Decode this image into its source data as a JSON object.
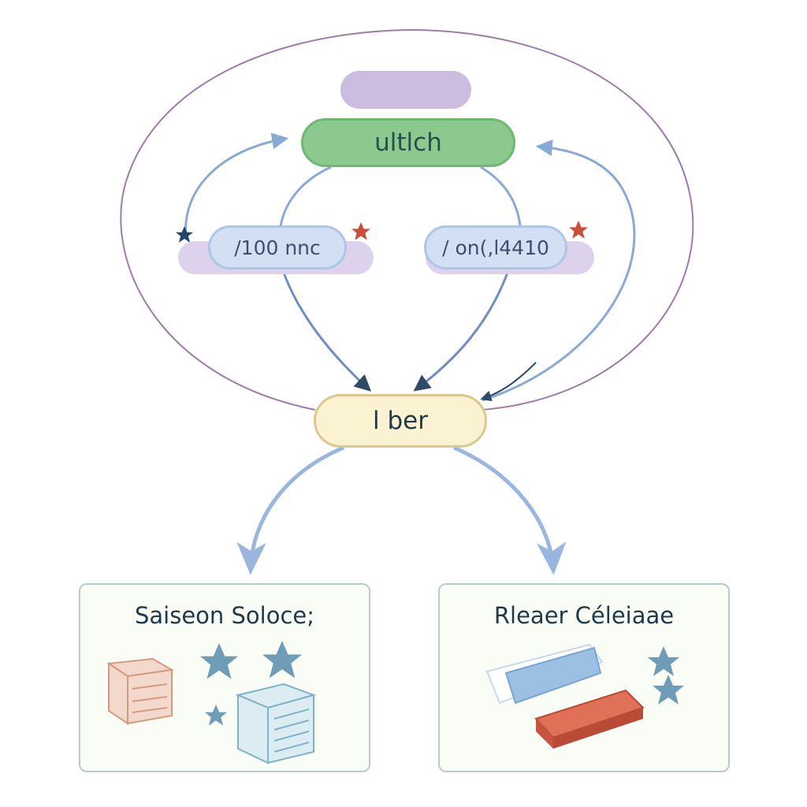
{
  "diagram": {
    "nodes": {
      "top": "",
      "switch": "ultlch",
      "left_option": "/100 nnc",
      "right_option": "/ on(,l4410",
      "center": "l ber"
    },
    "panels": {
      "left_title": "Saiseon Soloce;",
      "right_title": "Rleaer Céleiaae"
    }
  },
  "colors": {
    "outer_ellipse": "#a07aaa",
    "arrow": "#8aaad6",
    "arrow_head_dark": "#2e4a66",
    "star_blue": "#6f9cb6",
    "star_red": "#c8503a",
    "star_navy": "#24456a"
  },
  "icons": [
    "star-icon",
    "crate-icon",
    "tray-icon"
  ]
}
